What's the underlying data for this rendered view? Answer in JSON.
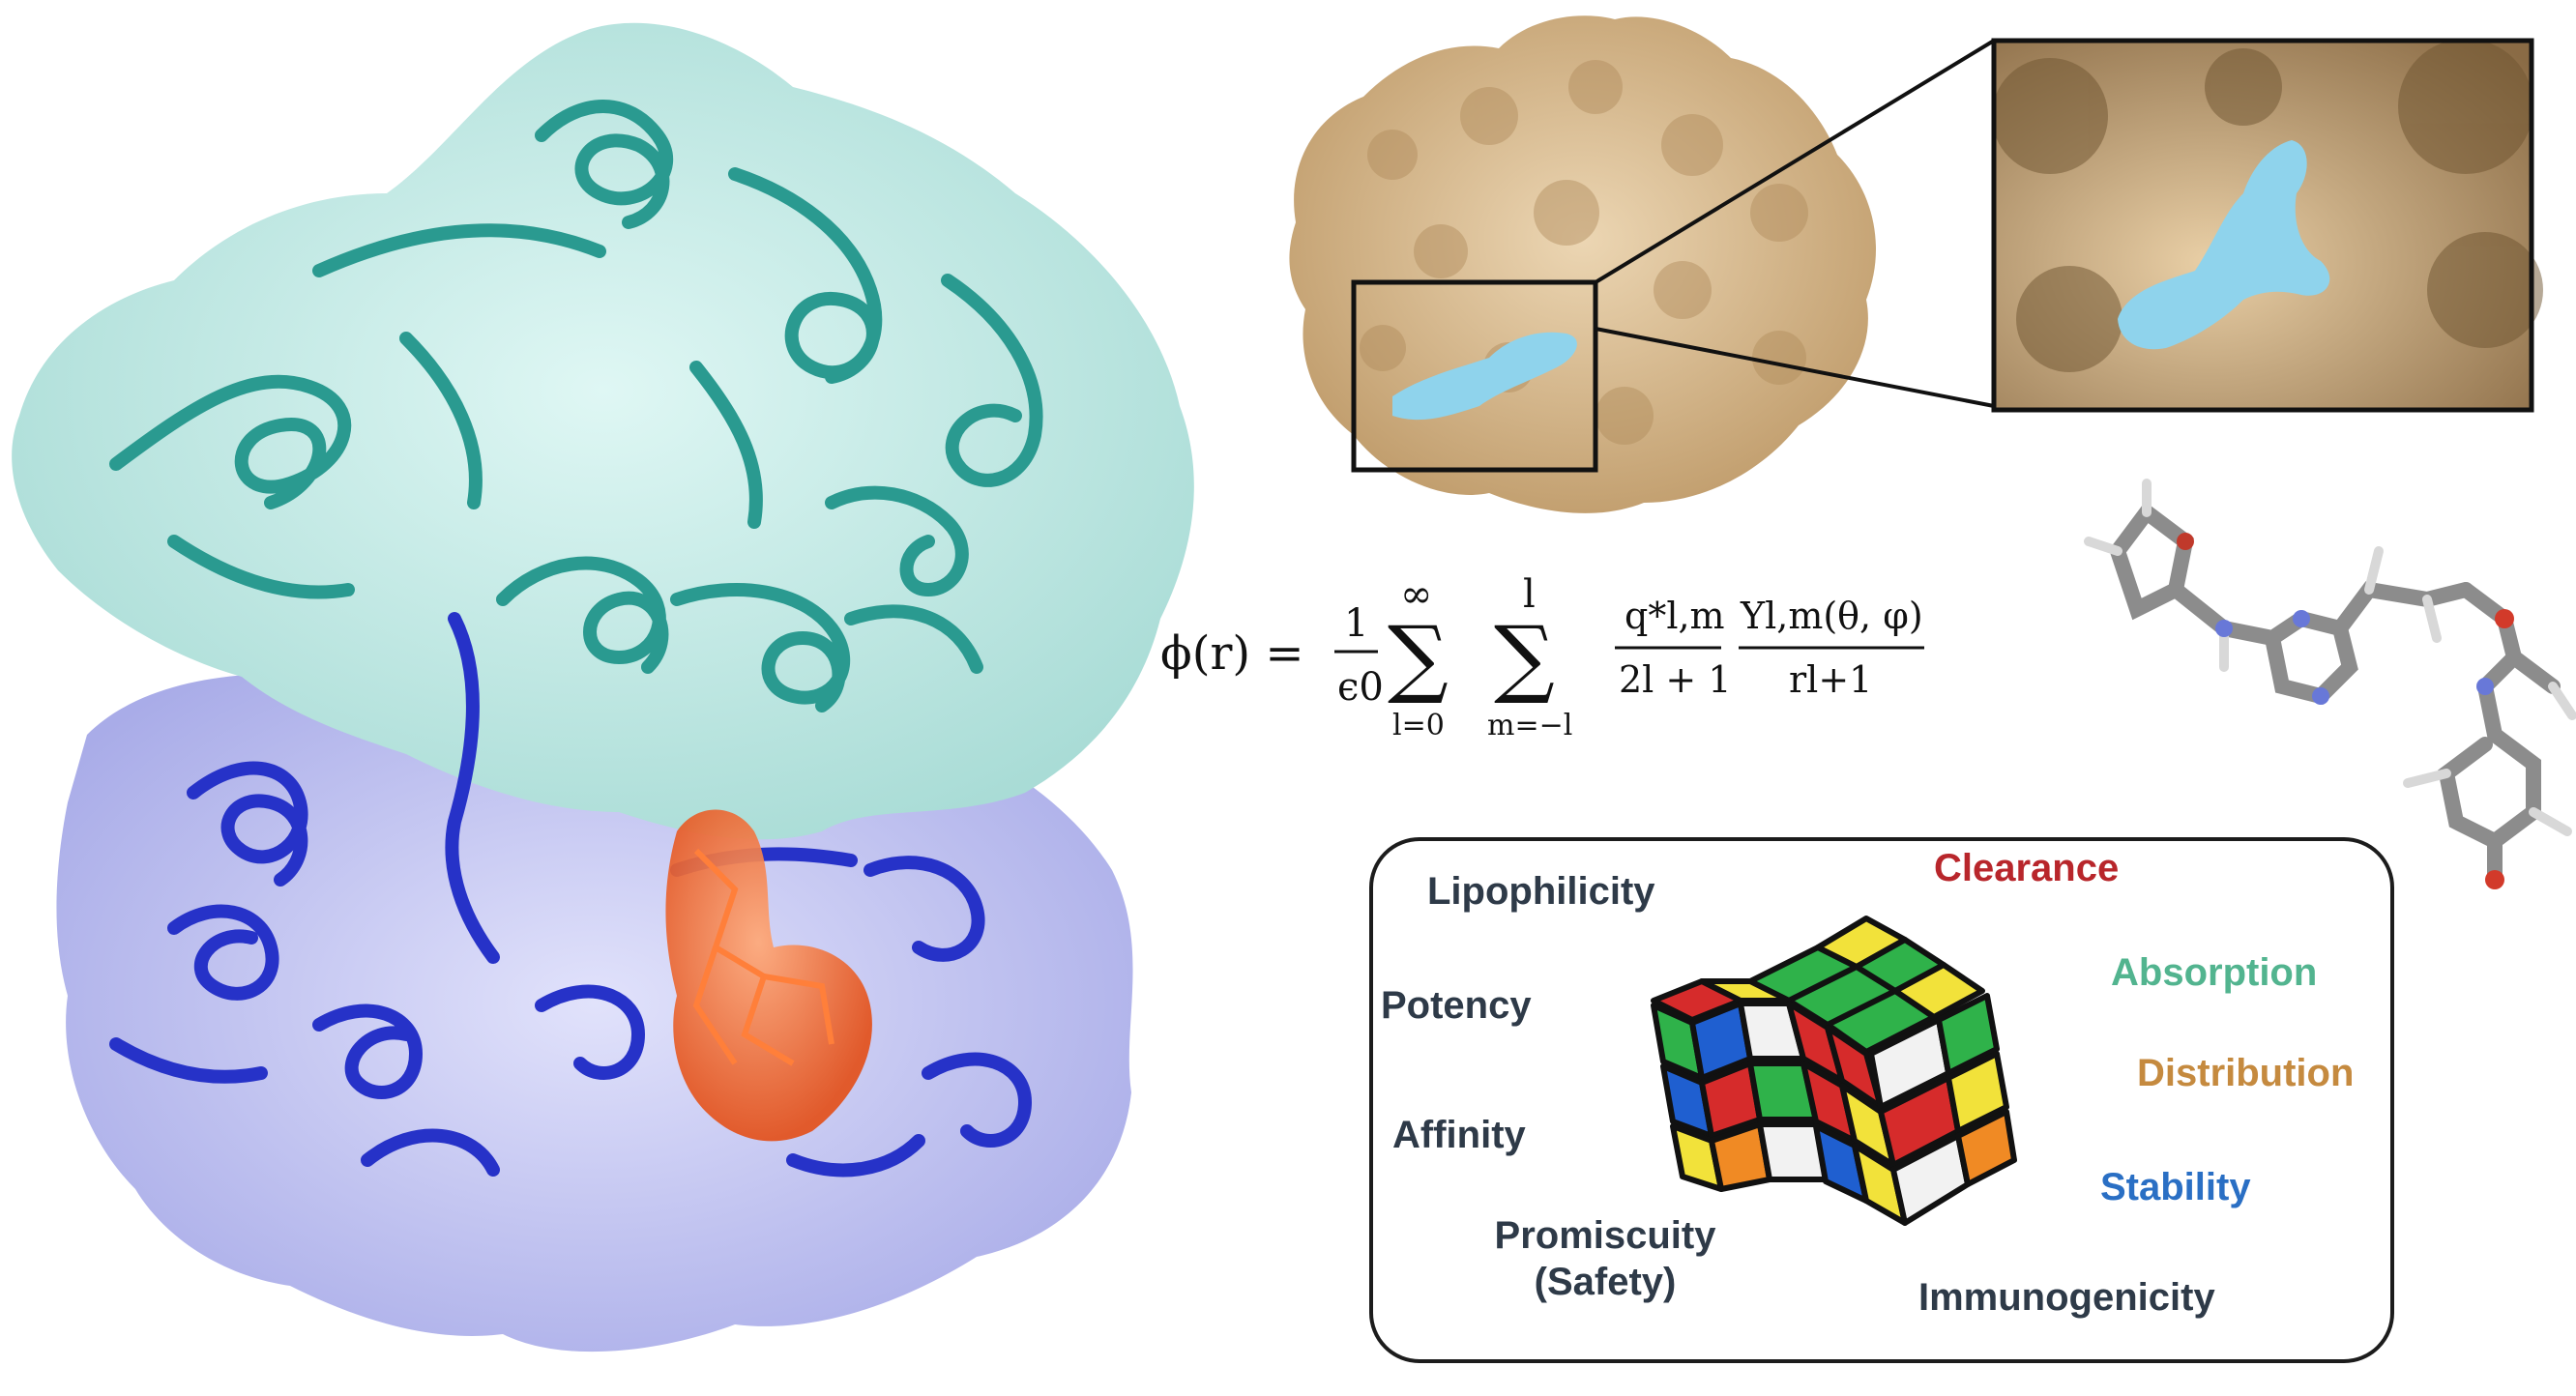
{
  "equation": {
    "lhs": "ϕ(r) =",
    "frac1_num": "1",
    "frac1_den": "ϵ0",
    "sum1_top": "∞",
    "sum1_bottom": "l=0",
    "sum2_top": "l",
    "sum2_bottom": "m=−l",
    "q_num": "q*l,m",
    "q_den": "2l + 1",
    "y_num": "Yl,m(θ, φ)",
    "y_den": "rl+1"
  },
  "properties": [
    {
      "id": "lipophilicity",
      "label": "Lipophilicity",
      "color": "#2e3a48"
    },
    {
      "id": "clearance",
      "label": "Clearance",
      "color": "#b8262b"
    },
    {
      "id": "absorption",
      "label": "Absorption",
      "color": "#52b48f"
    },
    {
      "id": "potency",
      "label": "Potency",
      "color": "#2e3a48"
    },
    {
      "id": "distribution",
      "label": "Distribution",
      "color": "#c58a3f"
    },
    {
      "id": "affinity",
      "label": "Affinity",
      "color": "#2e3a48"
    },
    {
      "id": "stability",
      "label": "Stability",
      "color": "#2a6fc4"
    },
    {
      "id": "promiscuity",
      "label": "Promiscuity",
      "sublabel": "(Safety)",
      "color": "#2e3a48"
    },
    {
      "id": "immunogenicity",
      "label": "Immunogenicity",
      "color": "#2e3a48"
    }
  ],
  "colors": {
    "upper_domain_surface": "#c9eee9",
    "upper_domain_ribbon": "#2a9a90",
    "lower_domain_surface": "#c6c8f4",
    "lower_domain_ribbon": "#2632c8",
    "ligand": "#f06a2a",
    "protein_surface_tan": "#d7b98c",
    "pocket": "#8fd3ec",
    "cube_red": "#d62b2b",
    "cube_green": "#2fb24a",
    "cube_blue": "#1f5fd0",
    "cube_yellow": "#f2e23a",
    "cube_white": "#f2f2f2",
    "cube_orange": "#f08a24"
  }
}
